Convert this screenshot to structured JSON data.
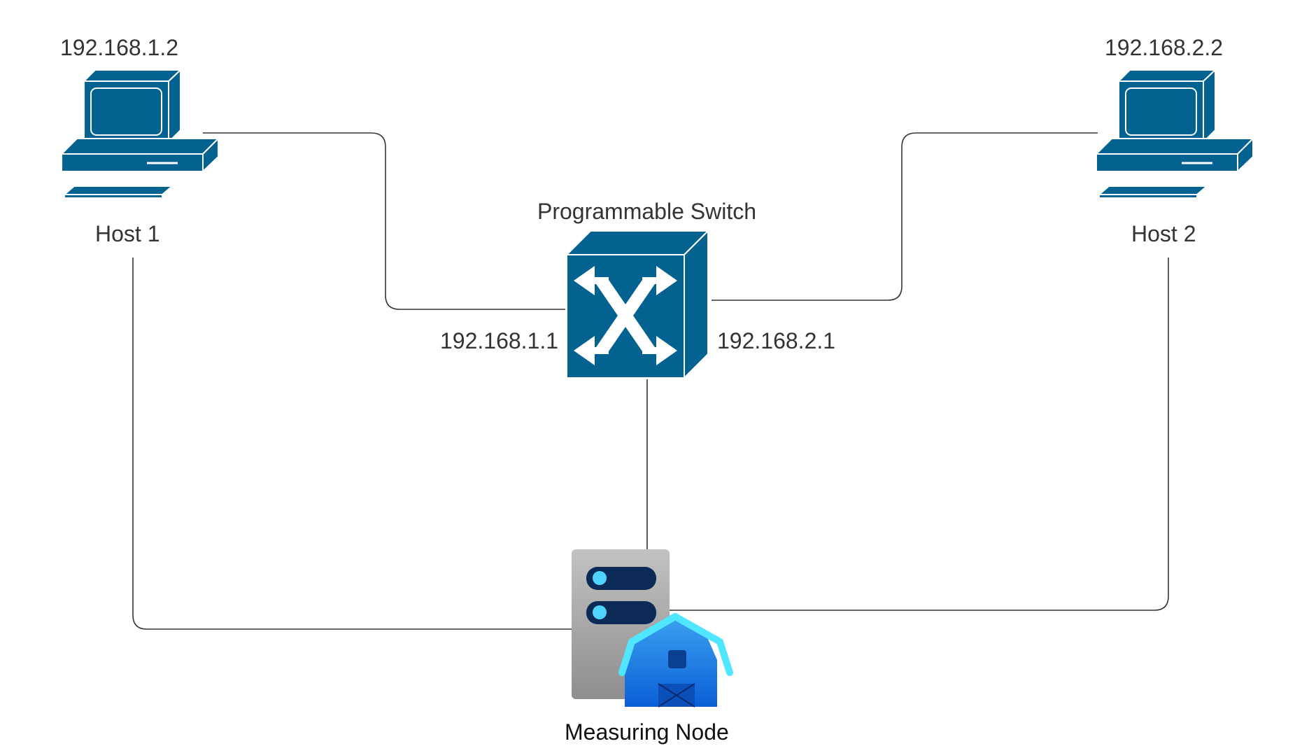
{
  "colors": {
    "device_blue": "#03628f",
    "device_edge": "#ffffff",
    "link": "#333333",
    "server_gray_top": "#bdbdbd",
    "server_gray_bottom": "#8a8a8a",
    "server_slot": "#0b2a55",
    "server_led": "#4fd4ff",
    "barn_roof": "#50e6ff",
    "barn_body_top": "#3aa0ef",
    "barn_body_bottom": "#0b5fd6"
  },
  "nodes": {
    "host1": {
      "ip": "192.168.1.2",
      "label": "Host 1",
      "icon": "desktop-computer-icon"
    },
    "host2": {
      "ip": "192.168.2.2",
      "label": "Host 2",
      "icon": "desktop-computer-icon"
    },
    "switch": {
      "label": "Programmable Switch",
      "icon": "switch-icon",
      "port_left_ip": "192.168.1.1",
      "port_right_ip": "192.168.2.1"
    },
    "measuring": {
      "label": "Measuring Node",
      "icon": "server-farm-icon"
    }
  },
  "links": [
    {
      "from": "host1",
      "to": "switch"
    },
    {
      "from": "host2",
      "to": "switch"
    },
    {
      "from": "switch",
      "to": "measuring"
    },
    {
      "from": "host1",
      "to": "measuring"
    },
    {
      "from": "host2",
      "to": "measuring"
    }
  ]
}
